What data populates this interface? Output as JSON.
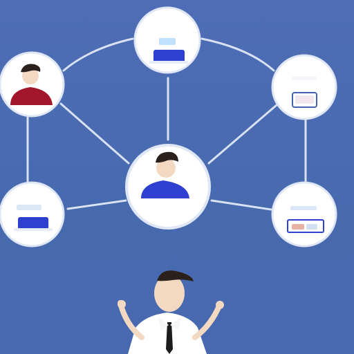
{
  "diagram": {
    "nodes": [
      {
        "id": "center",
        "kind": "person",
        "icon": "person-icon"
      },
      {
        "id": "top",
        "kind": "device",
        "icon": "laptop-icon"
      },
      {
        "id": "left",
        "kind": "person",
        "icon": "person-icon"
      },
      {
        "id": "right",
        "kind": "device",
        "icon": "tablet-icon"
      },
      {
        "id": "bottom-left",
        "kind": "device",
        "icon": "laptop-icon"
      },
      {
        "id": "bottom-right",
        "kind": "device",
        "icon": "browser-window-icon"
      }
    ],
    "edges": [
      [
        "center",
        "top"
      ],
      [
        "center",
        "left"
      ],
      [
        "center",
        "right"
      ],
      [
        "center",
        "bottom-left"
      ],
      [
        "center",
        "bottom-right"
      ],
      [
        "top",
        "left"
      ],
      [
        "top",
        "right"
      ],
      [
        "left",
        "bottom-left"
      ],
      [
        "right",
        "bottom-right"
      ]
    ],
    "presenter": {
      "icon": "presenter-person-icon"
    }
  },
  "colors": {
    "background": "#4a69b3",
    "node_fill": "#ffffff",
    "node_ring": "#dfe6f5",
    "line": "#d9e2f3",
    "accent_blue": "#2f3fd0",
    "accent_red": "#a1162b",
    "skin": "#f4d9c2",
    "hair": "#2a211d"
  }
}
